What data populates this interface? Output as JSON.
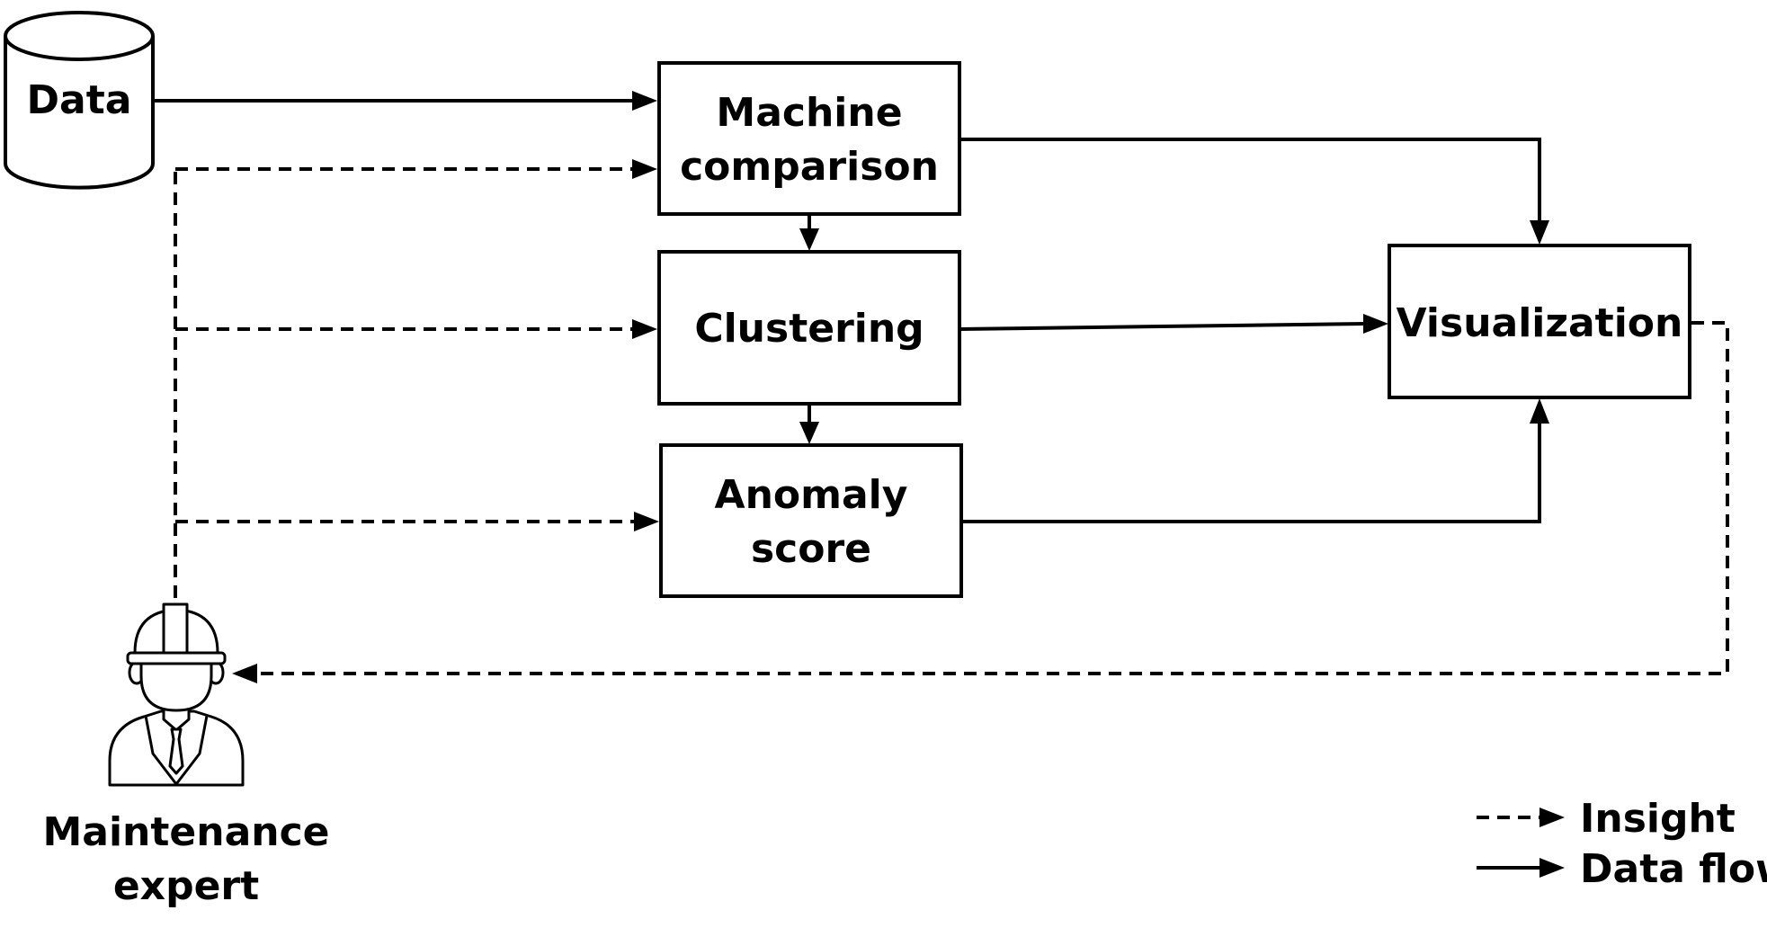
{
  "nodes": {
    "data": "Data",
    "machine_comparison": [
      "Machine",
      "comparison"
    ],
    "clustering": "Clustering",
    "anomaly_score": [
      "Anomaly",
      "score"
    ],
    "visualization": "Visualization",
    "maintenance_expert": [
      "Maintenance",
      "expert"
    ]
  },
  "legend": {
    "insight": "Insight",
    "data_flow": "Data flow"
  }
}
